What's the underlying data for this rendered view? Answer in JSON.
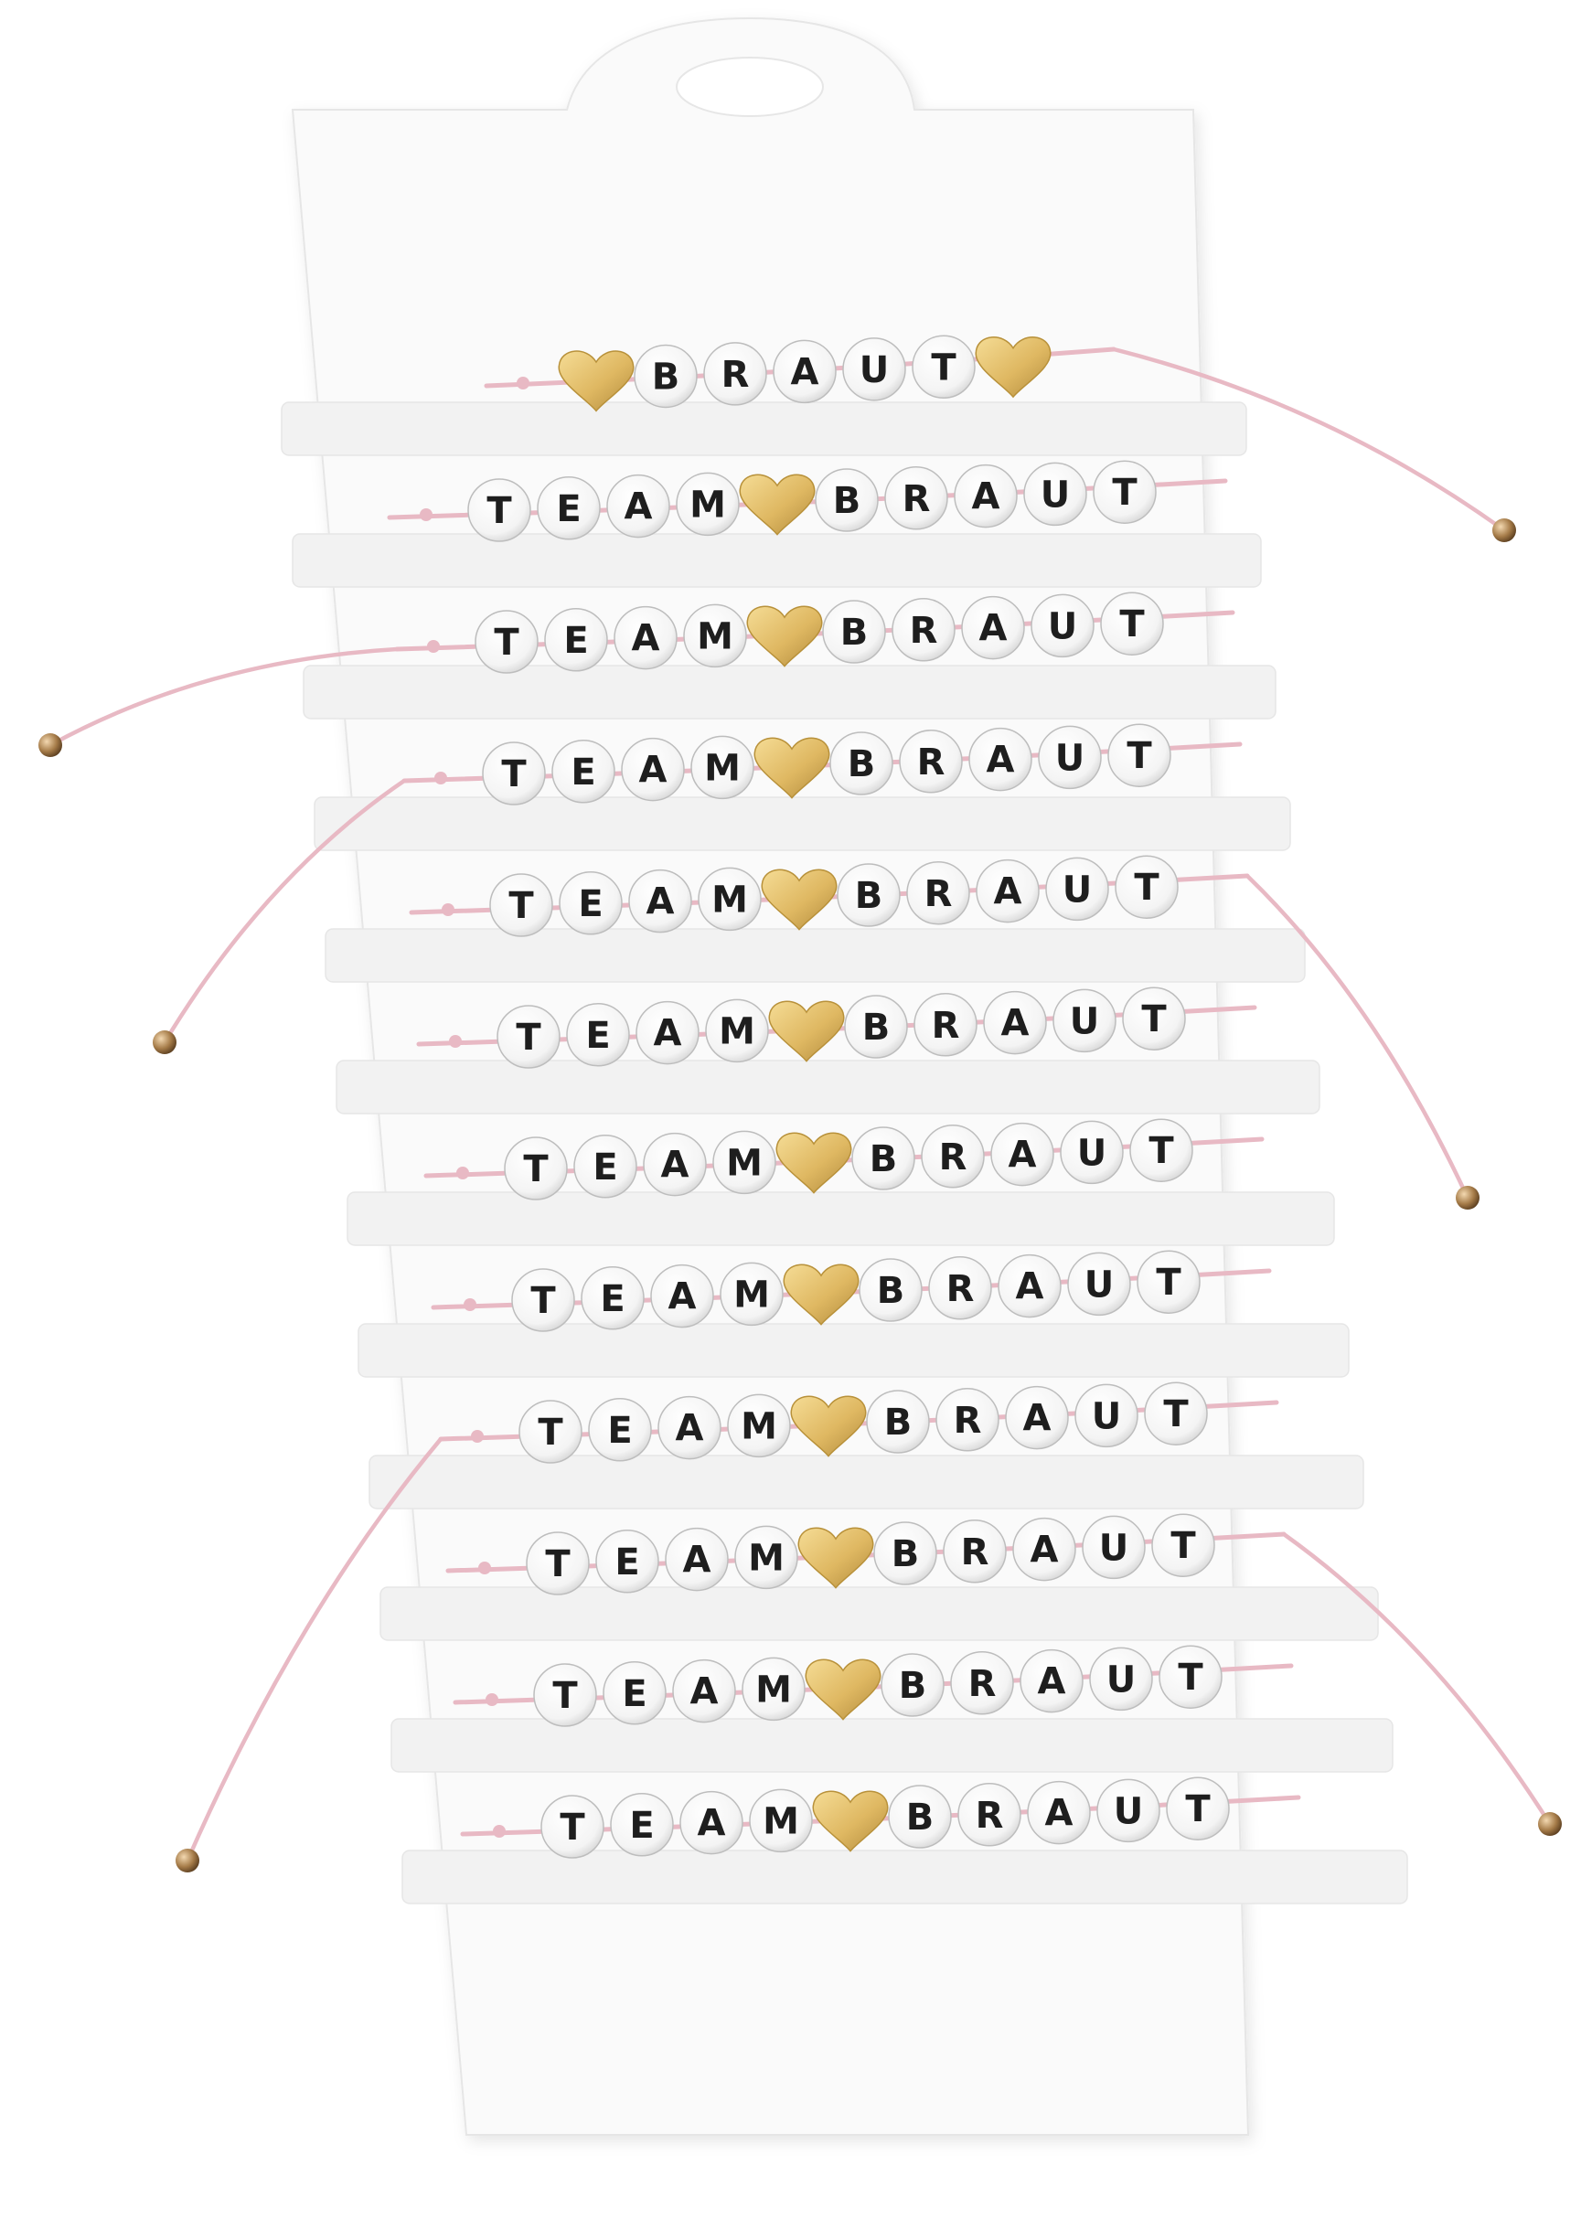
{
  "card": {
    "color": "#fafafa",
    "edge_color": "#e6e6e6",
    "shadow_color": "#cfcfcf"
  },
  "bracelets": [
    {
      "prefix": "",
      "word": "BRAUT",
      "heart_before": true,
      "heart_after": true
    },
    {
      "prefix": "TEAM",
      "word": "BRAUT",
      "heart_before": true,
      "heart_after": false
    },
    {
      "prefix": "TEAM",
      "word": "BRAUT",
      "heart_before": true,
      "heart_after": false
    },
    {
      "prefix": "TEAM",
      "word": "BRAUT",
      "heart_before": true,
      "heart_after": false
    },
    {
      "prefix": "TEAM",
      "word": "BRAUT",
      "heart_before": true,
      "heart_after": false
    },
    {
      "prefix": "TEAM",
      "word": "BRAUT",
      "heart_before": true,
      "heart_after": false
    },
    {
      "prefix": "TEAM",
      "word": "BRAUT",
      "heart_before": true,
      "heart_after": false
    },
    {
      "prefix": "TEAM",
      "word": "BRAUT",
      "heart_before": true,
      "heart_after": false
    },
    {
      "prefix": "TEAM",
      "word": "BRAUT",
      "heart_before": true,
      "heart_after": false
    },
    {
      "prefix": "TEAM",
      "word": "BRAUT",
      "heart_before": true,
      "heart_after": false
    },
    {
      "prefix": "TEAM",
      "word": "BRAUT",
      "heart_before": true,
      "heart_after": false
    },
    {
      "prefix": "TEAM",
      "word": "BRAUT",
      "heart_before": true,
      "heart_after": false
    }
  ],
  "colors": {
    "cord": "#e8b9c4",
    "bead": "#ffffff",
    "bead_edge": "#bdbdbd",
    "letter": "#1e1e1e",
    "heart": "#e2bf6a",
    "heart_edge": "#b8913a",
    "end_bead": "#a07a4c"
  }
}
